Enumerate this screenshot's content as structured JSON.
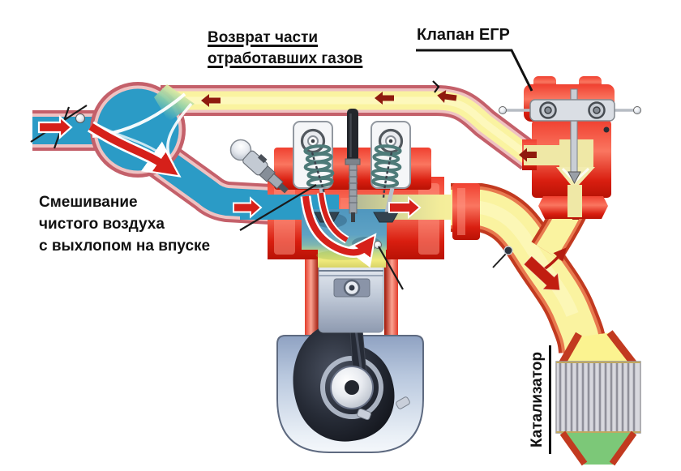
{
  "labels": {
    "return_gases": "Возврат части\nотработавших газов",
    "egr_valve": "Клапан ЕГР",
    "mixing": "Смешивание\nчистого воздуха\nс выхлопом на впуске",
    "catalyst": "Катализатор"
  },
  "colors": {
    "air_blue": "#2B9BC6",
    "exhaust_yellow": "#FAF3A0",
    "pipe_border_pink": "#C4606A",
    "pipe_border_light": "#EFC2C2",
    "exhaust_pipe_border": "#C23A20",
    "exhaust_pipe_inner": "#E8794F",
    "engine_red": "#E6281B",
    "arrow_red": "#D6201A",
    "arrow_dark_red": "#8F1A0E",
    "exhaust_arrow_red": "#C11E10",
    "catalyst_green": "#7CC878",
    "metal_gray": "#C7CDD8",
    "label_ink": "#111111"
  },
  "flow_arrows": [
    {
      "name": "clean-air-inlet-arrow",
      "direction": "right"
    },
    {
      "name": "mixing-swirl-arrow",
      "direction": "down-right"
    },
    {
      "name": "intake-port-arrow",
      "direction": "right"
    },
    {
      "name": "combustion-swirl-arrow",
      "direction": "down-right"
    },
    {
      "name": "exhaust-port-arrow",
      "direction": "right"
    },
    {
      "name": "egr-return-pipe-arrow-1",
      "direction": "left"
    },
    {
      "name": "egr-return-pipe-arrow-2",
      "direction": "left"
    },
    {
      "name": "egr-return-pipe-arrow-3",
      "direction": "left"
    },
    {
      "name": "egr-valve-outlet-arrow",
      "direction": "left"
    },
    {
      "name": "egr-branch-up-arrow",
      "direction": "up"
    },
    {
      "name": "exhaust-to-catalyst-arrow",
      "direction": "down-right"
    }
  ]
}
